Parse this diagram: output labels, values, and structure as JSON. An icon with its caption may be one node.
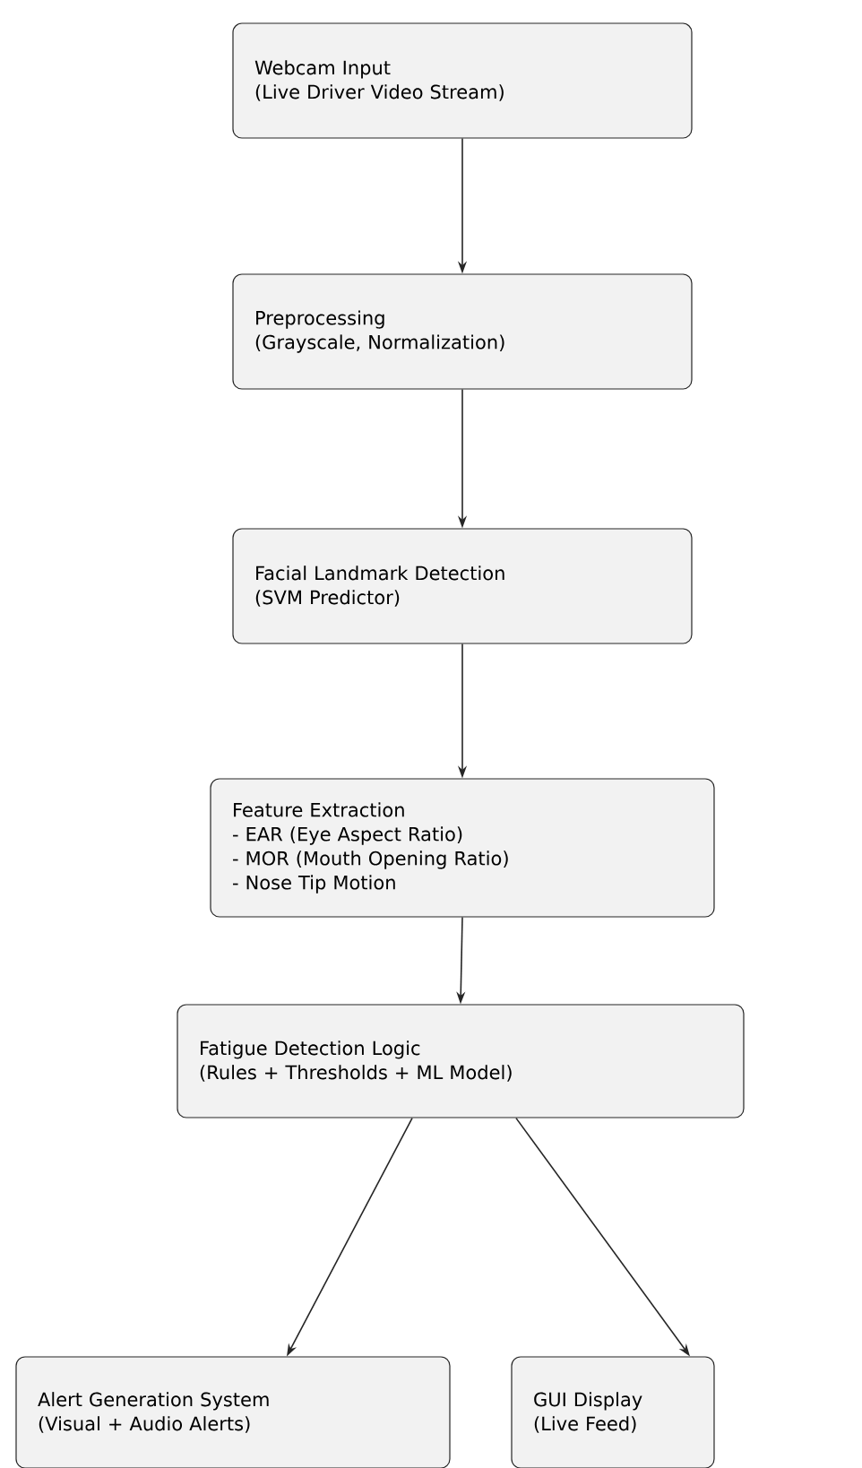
{
  "diagram": {
    "nodes": [
      {
        "text": [
          "Webcam Input",
          "(Live Driver Video Stream)"
        ]
      },
      {
        "text": [
          "Preprocessing",
          "(Grayscale, Normalization)"
        ]
      },
      {
        "text": [
          "Facial Landmark Detection",
          "(SVM Predictor)"
        ]
      },
      {
        "text": [
          "Feature Extraction",
          "- EAR (Eye Aspect Ratio)",
          "- MOR (Mouth Opening Ratio)",
          "- Nose Tip Motion"
        ]
      },
      {
        "text": [
          "Fatigue Detection Logic",
          "(Rules + Thresholds + ML Model)"
        ]
      },
      {
        "text": [
          "Alert Generation System",
          "(Visual + Audio Alerts)"
        ]
      },
      {
        "text": [
          "GUI Display",
          "(Live Feed)"
        ]
      }
    ],
    "edges": [
      {
        "from": 0,
        "to": 1,
        "arrow": "to"
      },
      {
        "from": 1,
        "to": 2,
        "arrow": "to"
      },
      {
        "from": 2,
        "to": 3,
        "arrow": "to"
      },
      {
        "from": 3,
        "to": 4,
        "arrow": "to"
      },
      {
        "from": 4,
        "to": 5,
        "arrow": "to"
      },
      {
        "from": 4,
        "to": 6,
        "arrow": "to"
      }
    ]
  }
}
